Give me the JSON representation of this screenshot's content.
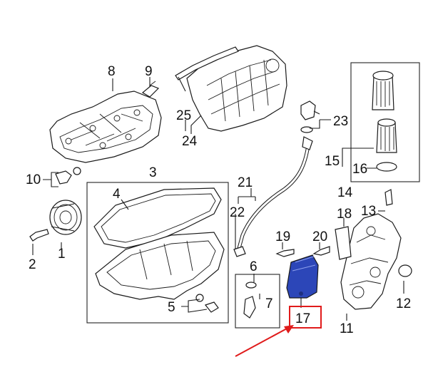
{
  "labels": {
    "l1": "1",
    "l2": "2",
    "l3": "3",
    "l4": "4",
    "l5": "5",
    "l6": "6",
    "l7": "7",
    "l8": "8",
    "l9": "9",
    "l10": "10",
    "l11": "11",
    "l12": "12",
    "l13": "13",
    "l14": "14",
    "l15": "15",
    "l16": "16",
    "l17": "17",
    "l18": "18",
    "l19": "19",
    "l20": "20",
    "l21": "21",
    "l22": "22",
    "l23": "23",
    "l24": "24",
    "l25": "25"
  },
  "highlight": {
    "part_color": "#2c46b8",
    "callout_color": "#e01b1b",
    "arrow_color": "#e01b1b"
  }
}
